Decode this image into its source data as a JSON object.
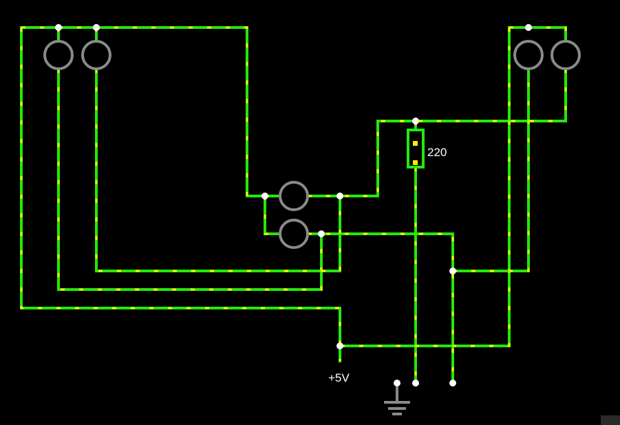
{
  "components": {
    "resistor": {
      "label": "220"
    },
    "power": {
      "label": "+5V"
    },
    "ground": {
      "icon": "ground-icon"
    },
    "lamps": [
      {
        "id": "lamp-1"
      },
      {
        "id": "lamp-2"
      },
      {
        "id": "lamp-3"
      },
      {
        "id": "lamp-4"
      },
      {
        "id": "lamp-5"
      },
      {
        "id": "lamp-6"
      }
    ]
  },
  "colors": {
    "background": "#000000",
    "wire": "#22e80c",
    "current_dots": "#ffee00",
    "lamp_ring": "#8a8a8a",
    "node": "#ffffff",
    "resistor": "#22e80c"
  }
}
